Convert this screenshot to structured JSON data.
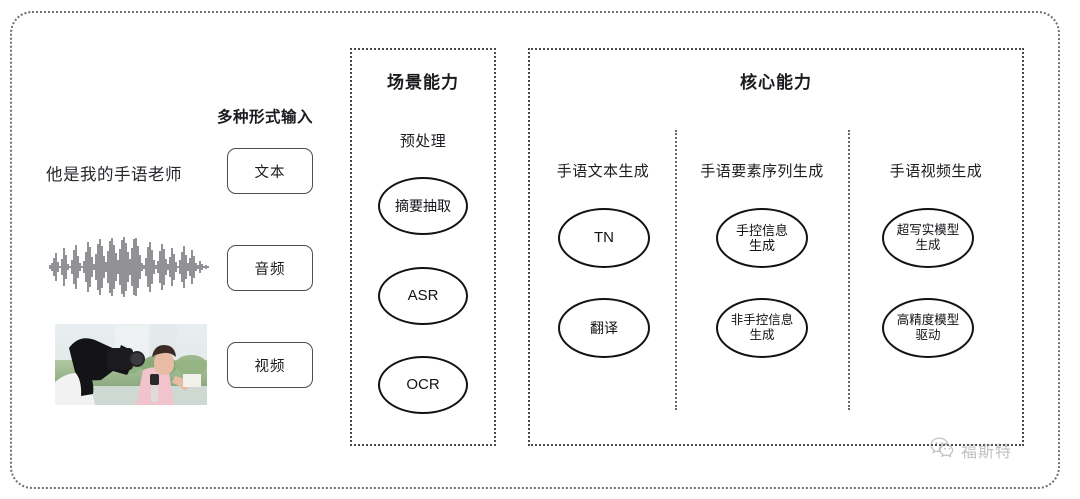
{
  "diagram": {
    "input_section": {
      "title": "多种形式输入",
      "sample_text": "他是我的手语老师",
      "modalities": [
        {
          "label": "文本",
          "icon": "text-sample"
        },
        {
          "label": "音频",
          "icon": "waveform"
        },
        {
          "label": "视频",
          "icon": "video-thumbnail"
        }
      ]
    },
    "scene_panel": {
      "title": "场景能力",
      "group_label": "预处理",
      "nodes": [
        "摘要抽取",
        "ASR",
        "OCR"
      ]
    },
    "core_panel": {
      "title": "核心能力",
      "columns": [
        {
          "label": "手语文本生成",
          "nodes": [
            "TN",
            "翻译"
          ]
        },
        {
          "label": "手语要素序列生成",
          "nodes": [
            "手控信息\n生成",
            "非手控信息\n生成"
          ]
        },
        {
          "label": "手语视频生成",
          "nodes": [
            "超写实模型\n生成",
            "高精度模型\n驱动"
          ]
        }
      ]
    },
    "watermark": {
      "text": "福斯特",
      "icon": "wechat-icon"
    }
  },
  "colors": {
    "ink": "#111116",
    "frame": "#6f6f77",
    "panel_border": "#4a4a52",
    "watermark": "#8e8e95"
  }
}
